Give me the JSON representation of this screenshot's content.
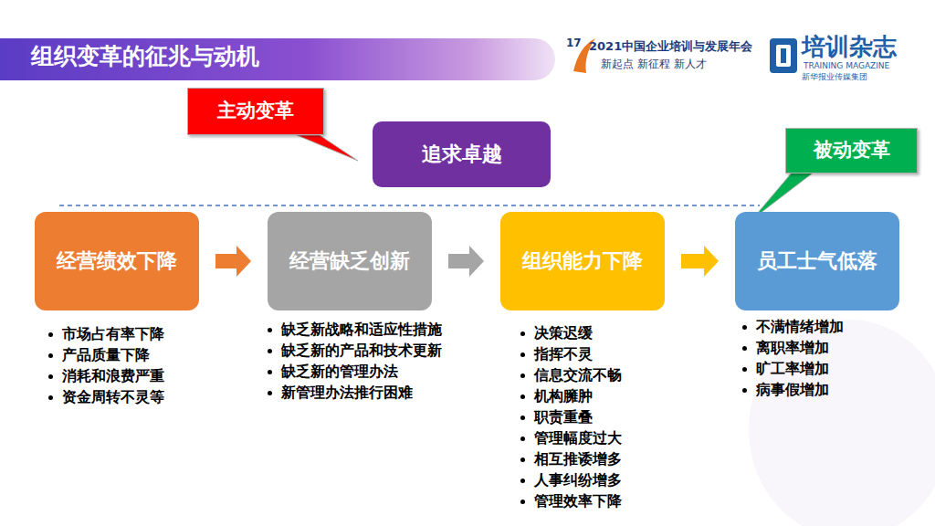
{
  "diagram": {
    "title": "组织变革的征兆与动机",
    "nodes": [
      {
        "text": [
          "主动变革"
        ]
      },
      {
        "text": [
          "追求卓越"
        ]
      },
      {
        "text": [
          "被动变革"
        ]
      },
      {
        "text": [
          "经营绩效下降"
        ]
      },
      {
        "text": [
          "经营缺乏创新"
        ]
      },
      {
        "text": [
          "组织能力下降"
        ]
      },
      {
        "text": [
          "员工士气低落"
        ]
      }
    ],
    "edges": [
      {
        "from": 3,
        "to": 4,
        "arrow": "to"
      },
      {
        "from": 4,
        "to": 5,
        "arrow": "to"
      },
      {
        "from": 5,
        "to": 6,
        "arrow": "to"
      }
    ],
    "labels": [
      "17",
      "2021中国企业培训与发展年会",
      "新起点 新征程 新人才",
      "培训杂志",
      "TRAINING MAGAZINE",
      "新华报业传媒集团",
      "市场占有率下降",
      "产品质量下降",
      "消耗和浪费严重",
      "资金周转不灵等",
      "缺乏新战略和适应性措施",
      "缺乏新的产品和技术更新",
      "缺乏新的管理办法",
      "新管理办法推行困难",
      "决策迟缓",
      "指挥不灵",
      "信息交流不畅",
      "机构臃肿",
      "职责重叠",
      "管理幅度过大",
      "相互推诿增多",
      "人事纠纷增多",
      "管理效率下降",
      "不满情绪增加",
      "离职率增加",
      "旷工率增加",
      "病事假增加"
    ]
  }
}
